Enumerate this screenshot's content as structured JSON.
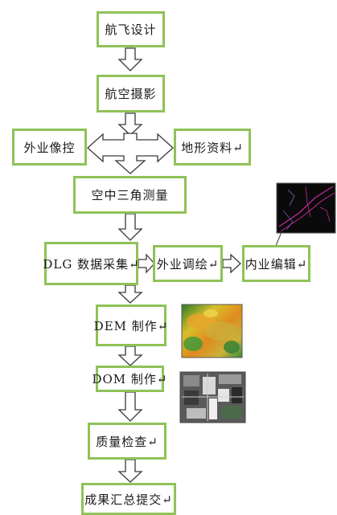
{
  "steps": {
    "flight_design": "航飞设计",
    "aerial_photography": "航空摄影",
    "field_control": "外业像控",
    "terrain_data": "地形资料↵",
    "aerotriangulation": "空中三角测量",
    "dlg_collection": "DLG 数据采集↵",
    "field_verification": "外业调绘↵",
    "office_editing": "内业编辑↵",
    "dem_production": "DEM 制作↵",
    "dom_production": "DOM 制作↵",
    "quality_check": "质量检查↵",
    "result_submission": "成果汇总提交↵"
  },
  "colors": {
    "box_border": "#8fc257",
    "arrow_stroke": "#3a3a3a",
    "arrow_fill": "#ffffff"
  }
}
